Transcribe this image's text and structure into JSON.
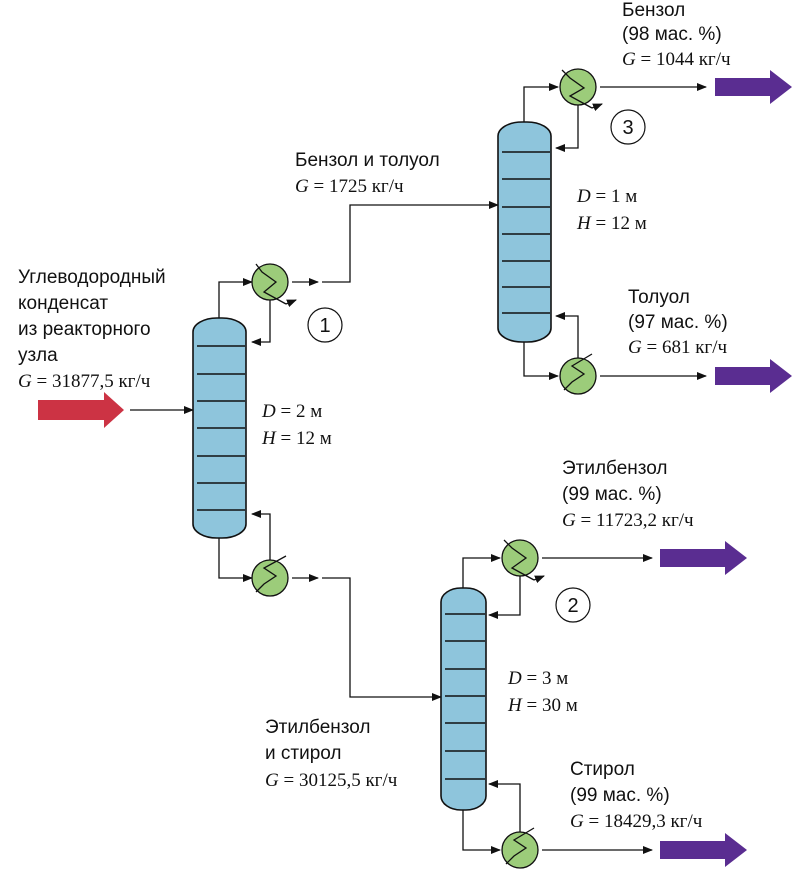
{
  "feed": {
    "line1": "Углеводородный",
    "line2": "конденсат",
    "line3": "из реакторного",
    "line4": "узла",
    "g_var": "G",
    "g_value": " = 31877,5 кг/ч",
    "arrow_color": "#cc3344"
  },
  "column1": {
    "number": "1",
    "d_var": "D",
    "d_value": " = 2 м",
    "h_var": "H",
    "h_value": " = 12 м"
  },
  "column2": {
    "number": "2",
    "d_var": "D",
    "d_value": " = 3 м",
    "h_var": "H",
    "h_value": " = 30 м"
  },
  "column3": {
    "number": "3",
    "d_var": "D",
    "d_value": " = 1 м",
    "h_var": "H",
    "h_value": " = 12 м"
  },
  "stream_benzene_toluene": {
    "title": "Бензол и толуол",
    "g_var": "G",
    "g_value": " = 1725 кг/ч"
  },
  "stream_ethylbenzene_styrene": {
    "line1": "Этилбензол",
    "line2": "и стирол",
    "g_var": "G",
    "g_value": " = 30125,5 кг/ч"
  },
  "product_benzene": {
    "title": "Бензол",
    "purity": "(98 мас. %)",
    "g_var": "G",
    "g_value": " = 1044 кг/ч"
  },
  "product_toluene": {
    "title": "Толуол",
    "purity": "(97 мас. %)",
    "g_var": "G",
    "g_value": " = 681 кг/ч"
  },
  "product_ethylbenzene": {
    "title": "Этилбензол",
    "purity": "(99 мас. %)",
    "g_var": "G",
    "g_value": " = 11723,2 кг/ч"
  },
  "product_styrene": {
    "title": "Стирол",
    "purity": "(99 мас. %)",
    "g_var": "G",
    "g_value": " = 18429,3 кг/ч"
  },
  "colors": {
    "column_fill": "#8ec5dc",
    "exchanger_fill": "#9ccc7a",
    "product_arrow": "#5a2d91",
    "feed_arrow": "#cc3344"
  }
}
